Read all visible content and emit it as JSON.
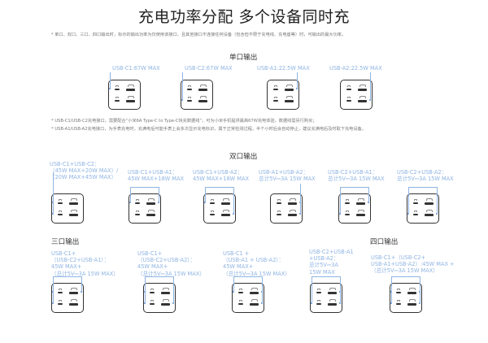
{
  "title": "充电功率分配  多个设备同时充",
  "top_note": "* 单口、双口、三口、四口输出时，标示的输出功率为仅使用该接口，且其他接口不连接任何设备（包含但不限于充电线、充电座等）时，可输出的最大功率。",
  "single": {
    "title": "单口输出",
    "items": [
      {
        "label": [
          "USB-C1:67W MAX"
        ]
      },
      {
        "label": [
          "USB-C2:67W MAX"
        ]
      },
      {
        "label": [
          "USB-A1:22.5W MAX"
        ]
      },
      {
        "label": [
          "USB-A2:22.5W MAX"
        ]
      }
    ]
  },
  "notes": [
    "* USB-C1/USB-C2充电接口，需要配合“小米6A Type-C to Type-C快充数据线”，可为小米手机提供最高67W充电体验，数据线需另行购买；",
    "* USB-A1/USB-A2充电接口，为手表充电时，充满电后可能手表上会多次显示充电标识，属于正常检测过程，半个小时后会自动停止，建议充满电后及时取下充电设备。"
  ],
  "dual": {
    "title": "双口输出",
    "items": [
      {
        "label": [
          "USB-C1+USB-C2：",
          "（45W MAX+20W MAX）/",
          "（20W MAX+45W MAX）"
        ]
      },
      {
        "label": [
          "USB-C1+USB-A1：",
          "45W MAX+18W MAX"
        ]
      },
      {
        "label": [
          "USB-C1+USB-A2：",
          "45W MAX+18W MAX"
        ]
      },
      {
        "label": [
          "USB-A1+USB-A2：",
          "总计5V⎓3A 15W MAX"
        ]
      },
      {
        "label": [
          "USB-C2+USB-A1：",
          "总计5V⎓3A 15W MAX"
        ]
      },
      {
        "label": [
          "USB-C2+USB-A2：",
          "总计5V⎓3A 15W MAX"
        ]
      }
    ]
  },
  "triple": {
    "title": "三口输出",
    "items": [
      {
        "label": [
          "USB-C1+",
          "（USB-C2+USB-A1）：",
          "45W MAX+",
          "（总计5V⎓3A 15W MAX）"
        ]
      },
      {
        "label": [
          "USB-C1+",
          "（USB-C2+USB-A2）：",
          "45W MAX+",
          "（总计5V⎓3A 15W MAX）"
        ]
      },
      {
        "label": [
          "USB-C1 +",
          "（USB-A1 + USB-A2）：",
          "45W MAX+",
          "（总计5V⎓3A 15W MAX）"
        ]
      },
      {
        "label": [
          "USB-C2+USB-A1",
          "+USB-A2：",
          "总计5V⎓3A",
          "15W MAX"
        ]
      }
    ]
  },
  "quad": {
    "title": "四口输出",
    "items": [
      {
        "label": [
          "USB-C1+（USB-C2+",
          "USB-A1+USB-A2）:45W MAX +",
          "（总计5V⎓3A 15W MAX）"
        ]
      }
    ]
  },
  "colors": {
    "label_blue": "#8fb4e3",
    "connector_blue": "#5d8fd6",
    "outline": "#333333"
  }
}
